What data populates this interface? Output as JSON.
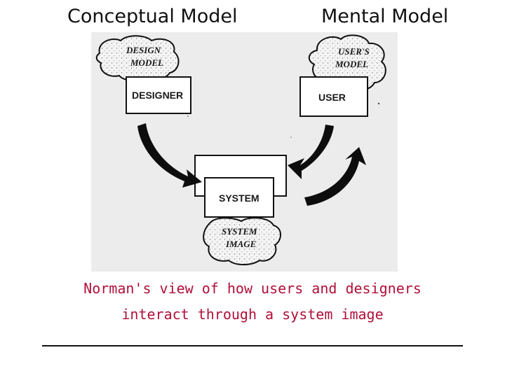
{
  "headings": {
    "left": "Conceptual Model",
    "right": "Mental Model"
  },
  "diagram": {
    "design_model": [
      "DESIGN",
      "MODEL"
    ],
    "designer": "DESIGNER",
    "users_model": [
      "USER'S",
      "MODEL"
    ],
    "user": "USER",
    "system": "SYSTEM",
    "system_image": [
      "SYSTEM",
      "IMAGE"
    ]
  },
  "caption": {
    "line1": "Norman's view of how users and designers",
    "line2": "interact through a system image"
  },
  "colors": {
    "caption": "#b0103a",
    "figure_bg": "#ededed",
    "ink": "#111111"
  }
}
